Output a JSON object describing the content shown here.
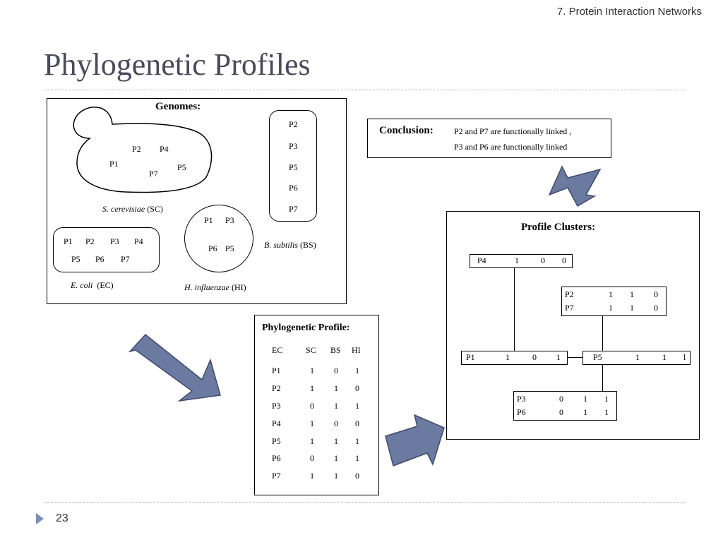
{
  "header": {
    "section": "7. Protein Interaction Networks"
  },
  "title": "Phylogenetic Profiles",
  "footer": {
    "slide_number": "23"
  },
  "genomes": {
    "title": "Genomes:",
    "sc": {
      "proteins": [
        "P2",
        "P4",
        "P1",
        "P7",
        "P5"
      ],
      "name": "S. cerevisiae",
      "abbr": "(SC)"
    },
    "bs": {
      "proteins": [
        "P2",
        "P3",
        "P5",
        "P6",
        "P7"
      ],
      "name": "B. subtilis",
      "abbr": "(BS)"
    },
    "hi": {
      "proteins": [
        "P1",
        "P3",
        "P6",
        "P5"
      ],
      "name": "H. influenzae",
      "abbr": "(HI)"
    },
    "ec": {
      "proteins": [
        "P1",
        "P2",
        "P3",
        "P4",
        "P5",
        "P6",
        "P7"
      ],
      "name": "E. coli",
      "abbr": "(EC)"
    }
  },
  "profile": {
    "title": "Phylogenetic Profile:",
    "headers": [
      "EC",
      "SC",
      "BS",
      "HI"
    ],
    "rows": [
      [
        "P1",
        "1",
        "0",
        "1"
      ],
      [
        "P2",
        "1",
        "1",
        "0"
      ],
      [
        "P3",
        "0",
        "1",
        "1"
      ],
      [
        "P4",
        "1",
        "0",
        "0"
      ],
      [
        "P5",
        "1",
        "1",
        "1"
      ],
      [
        "P6",
        "0",
        "1",
        "1"
      ],
      [
        "P7",
        "1",
        "1",
        "0"
      ]
    ]
  },
  "clusters": {
    "title": "Profile Clusters:",
    "p4": [
      "P4",
      "1",
      "0",
      "0"
    ],
    "p2p7": [
      [
        "P2",
        "1",
        "1",
        "0"
      ],
      [
        "P7",
        "1",
        "1",
        "0"
      ]
    ],
    "p1": [
      "P1",
      "1",
      "0",
      "1"
    ],
    "p5": [
      "P5",
      "1",
      "1",
      "l"
    ],
    "p3p6": [
      [
        "P3",
        "0",
        "1",
        "1"
      ],
      [
        "P6",
        "0",
        "1",
        "1"
      ]
    ]
  },
  "conclusion": {
    "label": "Conclusion:",
    "line1": "P2 and P7 are functionally linked ,",
    "line2": "P3 and P6 are functionally linked"
  },
  "colors": {
    "arrow_fill": "#6b7aa1",
    "arrow_stroke": "#3f4a6b",
    "title": "#4a4a5a",
    "dash": "#a9b4c8",
    "footer_arrow": "#7a8fb8"
  }
}
